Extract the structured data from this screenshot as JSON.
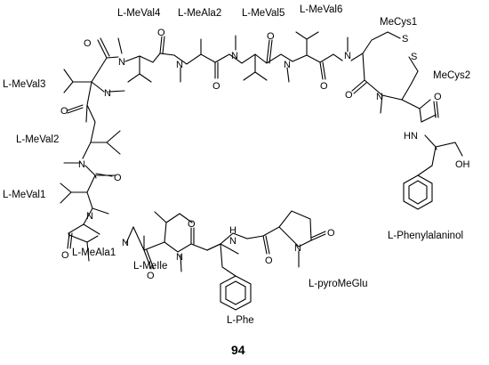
{
  "compound_id": "94",
  "residue_labels": {
    "meval4": "L-MeVal4",
    "meala2": "L-MeAla2",
    "meval5": "L-MeVal5",
    "meval6": "L-MeVal6",
    "mecys1": "MeCys1",
    "mecys2": "MeCys2",
    "meval3": "L-MeVal3",
    "meval2": "L-MeVal2",
    "meval1": "L-MeVal1",
    "meala1": "L-MeAla1",
    "meile": "L-MeIle",
    "phe": "L-Phe",
    "pyromeglu": "L-pyroMeGlu",
    "phenylalaninol": "L-Phenylalaninol"
  },
  "atom_labels": {
    "nitrogen": "N",
    "oxygen": "O",
    "sulfur": "S",
    "hydroxyl": "OH",
    "amide_nh": "HN",
    "amine_nh": "H\nN"
  },
  "colors": {
    "ink": "#000000",
    "background": "#ffffff"
  }
}
